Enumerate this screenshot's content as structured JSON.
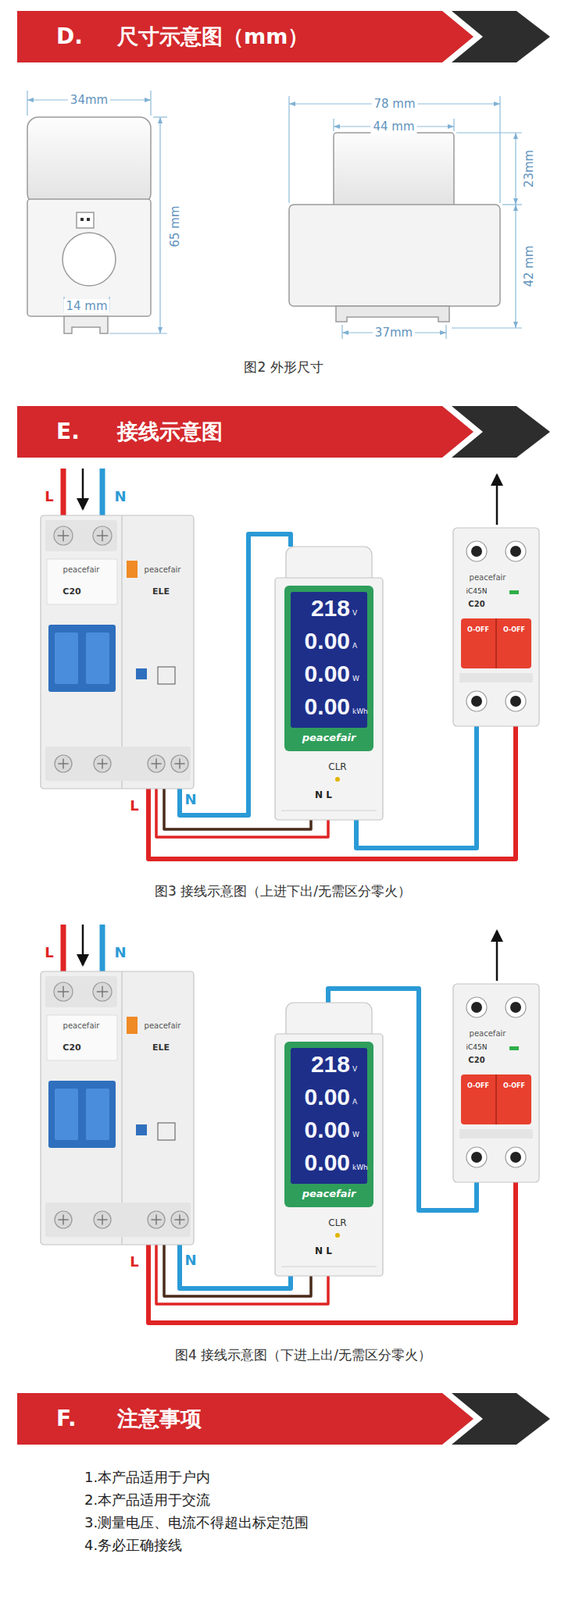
{
  "diagram": {
    "nodes": [
      {
        "text": [
          "D.",
          "尺寸示意图（mm）"
        ]
      },
      {
        "text": [
          "E.",
          "接线示意图"
        ]
      },
      {
        "text": [
          "peacefair",
          "C20",
          "peacefair",
          "ELE"
        ]
      },
      {
        "text": [
          "218",
          "V",
          "0.00",
          "A",
          "0.00",
          "W",
          "0.00",
          "kWh",
          "peacefair",
          "CLR",
          "N L"
        ]
      },
      {
        "text": [
          "peacefair",
          "iC45N",
          "C20",
          "O-OFF",
          "O-OFF"
        ]
      },
      {
        "text": [
          "peacefair",
          "C20",
          "peacefair",
          "ELE"
        ]
      },
      {
        "text": [
          "218",
          "V",
          "0.00",
          "A",
          "0.00",
          "W",
          "0.00",
          "kWh",
          "peacefair",
          "CLR",
          "N L"
        ]
      },
      {
        "text": [
          "peacefair",
          "iC45N",
          "C20",
          "O-OFF",
          "O-OFF"
        ]
      },
      {
        "text": [
          "F.",
          "注意事项"
        ]
      }
    ],
    "edges": [
      {
        "from": 2,
        "to": 3,
        "arrow": "none"
      },
      {
        "from": 2,
        "to": 3,
        "arrow": "none"
      },
      {
        "from": 2,
        "to": 3,
        "arrow": "none"
      },
      {
        "from": 2,
        "to": 4,
        "arrow": "none"
      },
      {
        "from": 3,
        "to": 4,
        "arrow": "none"
      },
      {
        "from": 5,
        "to": 6,
        "arrow": "none"
      },
      {
        "from": 5,
        "to": 6,
        "arrow": "none"
      },
      {
        "from": 5,
        "to": 6,
        "arrow": "none"
      },
      {
        "from": 5,
        "to": 7,
        "arrow": "none"
      },
      {
        "from": 6,
        "to": 7,
        "arrow": "none"
      }
    ],
    "labels": [
      "34mm",
      "65 mm",
      "14 mm",
      "78 mm",
      "44 mm",
      "23mm",
      "42 mm",
      "37mm",
      "图2 外形尺寸",
      "L",
      "N",
      "L",
      "N",
      "图3 接线示意图（上进下出/无需区分零火）",
      "L",
      "N",
      "L",
      "N",
      "图4 接线示意图（下进上出/无需区分零火）",
      "1.本产品适用于户内",
      "2.本产品适用于交流",
      "3.测量电压、电流不得超出标定范围",
      "4.务必正确接线"
    ]
  }
}
